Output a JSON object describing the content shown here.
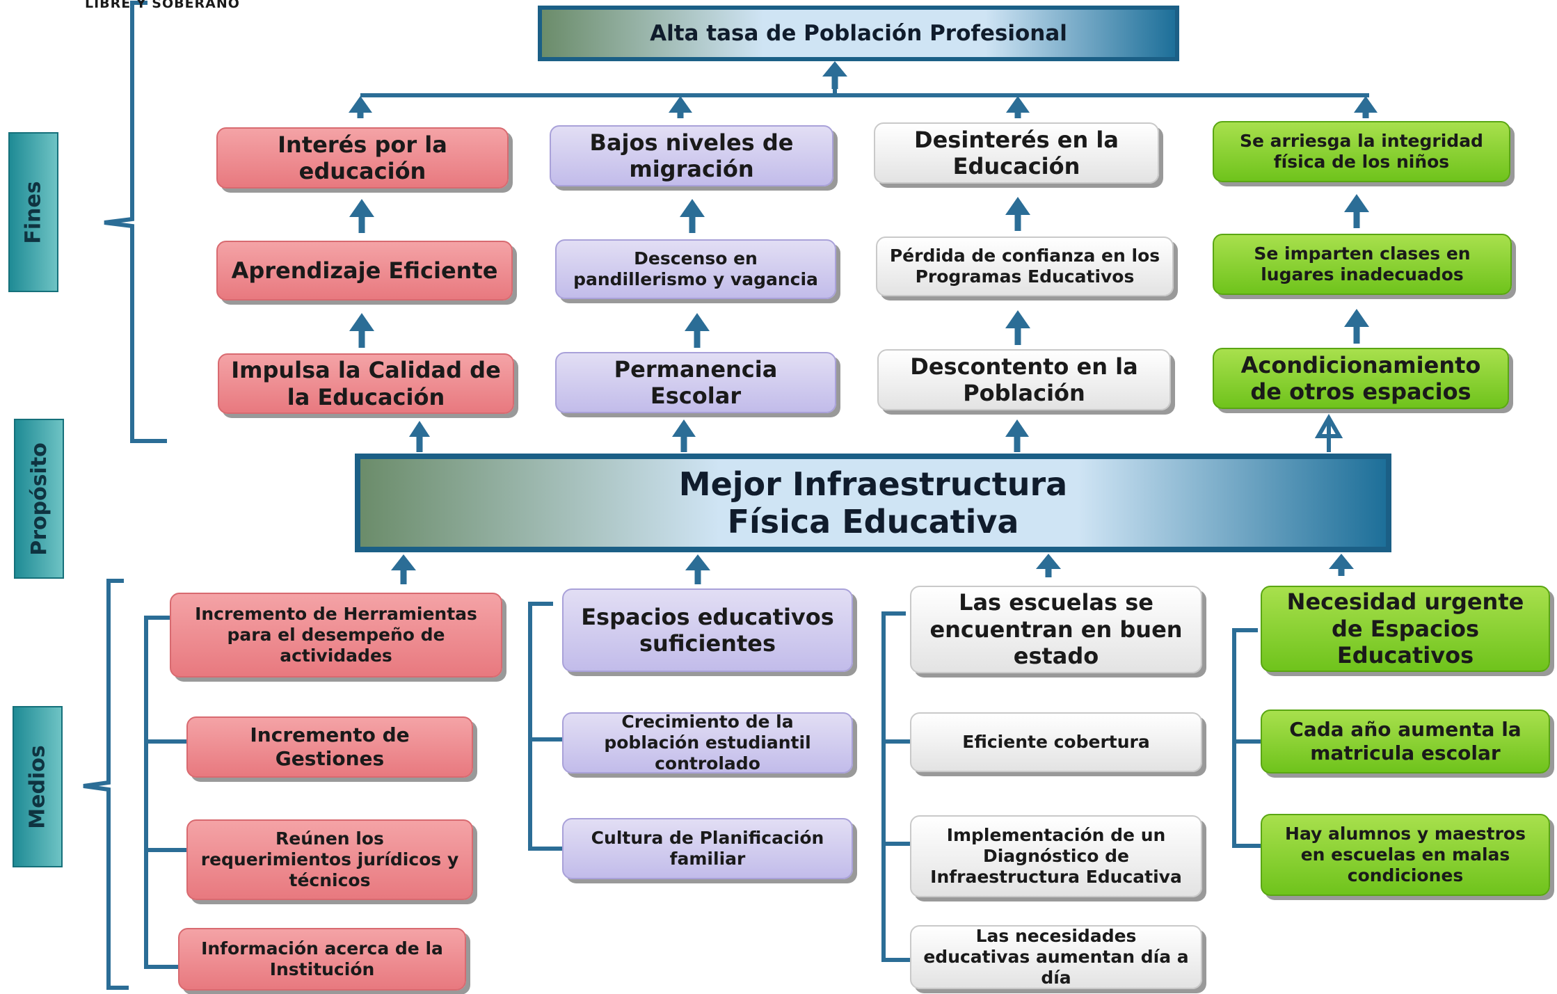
{
  "header": {
    "logo_text": "LIBRE Y SOBERANO"
  },
  "sections": {
    "fines": "Fines",
    "proposito": "Propósito",
    "medios": "Medios"
  },
  "top_goal": "Alta tasa de Población Profesional",
  "purpose": {
    "line1": "Mejor Infraestructura",
    "line2": "Física Educativa"
  },
  "colors": {
    "red": "#e8797f",
    "purple": "#c2bcea",
    "grey": "#e3e3e3",
    "green": "#6fc31c",
    "connector": "#2b6d96"
  },
  "fines": [
    {
      "top": "Interés por la educación",
      "middle": "Aprendizaje Eficiente",
      "bottom": "Impulsa la Calidad de la Educación"
    },
    {
      "top": "Bajos niveles de migración",
      "middle": "Descenso en pandillerismo y vagancia",
      "bottom": "Permanencia Escolar"
    },
    {
      "top": "Desinterés en la Educación",
      "middle": "Pérdida de confianza en los Programas Educativos",
      "bottom": "Descontento en la Población"
    },
    {
      "top": "Se arriesga la integridad física de los niños",
      "middle": "Se imparten clases en lugares inadecuados",
      "bottom": "Acondicionamiento de otros espacios"
    }
  ],
  "medios": [
    [
      "Incremento de Herramientas para el desempeño de actividades",
      "Incremento de Gestiones",
      "Reúnen los  requerimientos jurídicos  y técnicos",
      "Información acerca de la Institución"
    ],
    [
      "Espacios educativos suficientes",
      "Crecimiento de la población estudiantil controlado",
      "Cultura de Planificación familiar"
    ],
    [
      "Las escuelas se encuentran en buen estado",
      "Eficiente cobertura",
      "Implementación de un Diagnóstico de Infraestructura Educativa",
      "Las necesidades educativas aumentan día a día"
    ],
    [
      "Necesidad urgente de Espacios Educativos",
      "Cada año aumenta la matricula escolar",
      "Hay alumnos y maestros en escuelas en malas condiciones"
    ]
  ]
}
